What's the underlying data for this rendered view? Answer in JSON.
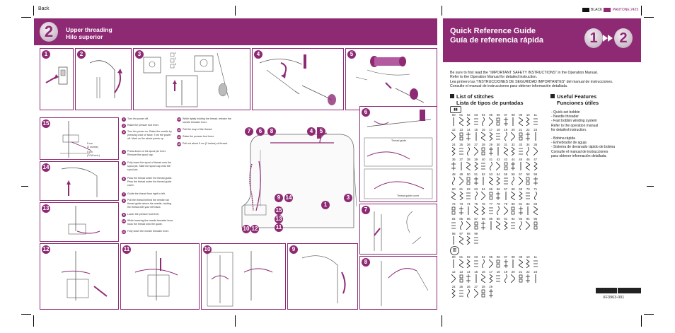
{
  "header": {
    "back_label": "Back",
    "color_label": "BLACK",
    "pantone_label": "PANTONE 2425",
    "left_title_en": "Upper threading",
    "left_title_es": "Hilo superior",
    "left_badge": "2",
    "right_title_en": "Quick Reference Guide",
    "right_title_es": "Guía de referencia rápida",
    "right_badge_1": "1",
    "right_badge_2": "2"
  },
  "panels": {
    "p1": "1",
    "p2": "2",
    "p3": "3",
    "p4": "4",
    "p5": "5",
    "p6": "6",
    "p7": "7",
    "p8": "8",
    "p9": "9",
    "p10": "10",
    "p11": "11",
    "p12": "12",
    "p13": "13",
    "p14": "14",
    "p15": "15"
  },
  "panel3_labels": {
    "a": "1",
    "b": "2",
    "c": "3"
  },
  "panel15_labels": {
    "l1": "5 cm",
    "l2": "(2 inches)",
    "l3": "5 cm",
    "l4": "(7/16 inch.)"
  },
  "panel6_labels": {
    "thread_guide": "Thread guide",
    "thread_guide2": "Thread guide cover"
  },
  "instructions_col1": [
    {
      "n": "1",
      "text": "Turn the power off."
    },
    {
      "n": "2",
      "text": "Raise the presser foot lever."
    },
    {
      "n": "3",
      "text": "Turn the power on. Raise the needle by pressing once or twice. Turn the power off. Mark on the wheel points up."
    },
    {
      "n": "4",
      "text": "Press down on the spool pin lever. Remove the spool cap."
    },
    {
      "n": "5",
      "text": "Fully insert the spool of thread onto the spool pin. Slide the spool cap onto the spool pin."
    },
    {
      "n": "6",
      "text": "Pass the thread under the thread guide. Pass the thread under the thread guide cover."
    },
    {
      "n": "7",
      "text": "Guide the thread from right to left."
    },
    {
      "n": "8",
      "text": "Pull the thread behind the needle bar thread guide above the needle, holding the thread with your left hand."
    },
    {
      "n": "9",
      "text": "Lower the presser foot lever."
    },
    {
      "n": "10",
      "text": "While lowering the needle threader lever, hook the thread onto the guide."
    },
    {
      "n": "11",
      "text": "Fully lower the needle threader lever."
    }
  ],
  "instructions_col2": [
    {
      "n": "12",
      "text": "While lightly holding the thread, release the needle threader lever."
    },
    {
      "n": "13",
      "text": "Pull the loop of the thread."
    },
    {
      "n": "14",
      "text": "Raise the presser foot lever."
    },
    {
      "n": "15",
      "text": "Pull out about 5 cm (2 inches) of thread."
    }
  ],
  "machine_callouts": [
    "7",
    "6",
    "8",
    "4",
    "5",
    "1",
    "9",
    "14",
    "15",
    "13",
    "3",
    "10",
    "12",
    "11"
  ],
  "intro": {
    "en_1": "Be sure to first read the \"IMPORTANT SAFETY INSTRUCTIONS\" in the Operation Manual.",
    "en_2": "Refer to the Operation Manual for detailed instruction.",
    "es_1": "Lea primero las \"INSTRUCCIONES DE SEGURIDAD IMPORTANTES\" del manual de instrucciones.",
    "es_2": "Consulte el manual de instrucciones para obtener información detallada."
  },
  "stitches": {
    "heading_en": "List of stitches",
    "heading_es": "Lista de tipos de puntadas",
    "group1_rows": [
      [
        "00",
        "01",
        "02",
        "03",
        "04",
        "05",
        "06",
        "07",
        "08",
        "09",
        "10",
        "11"
      ],
      [
        "12",
        "13",
        "14",
        "15",
        "16",
        "17",
        "18",
        "19",
        "20",
        "21",
        "22",
        "23"
      ],
      [
        "24",
        "25",
        "26",
        "27",
        "28",
        "29",
        "30",
        "31",
        "32",
        "33",
        "34",
        "35"
      ],
      [
        "36",
        "37",
        "38",
        "39",
        "40",
        "41",
        "42",
        "43",
        "44",
        "45",
        "46",
        "47"
      ],
      [
        "48",
        "49",
        "50",
        "51",
        "52",
        "53",
        "54",
        "55",
        "56",
        "57",
        "58",
        "59"
      ],
      [
        "60",
        "61",
        "62",
        "63",
        "64",
        "65",
        "66",
        "67",
        "68",
        "69",
        "70",
        "71"
      ],
      [
        "72",
        "73",
        "74",
        "75",
        "76",
        "77",
        "78",
        "79",
        "80",
        "81",
        "82",
        "83"
      ],
      [
        "84",
        "85",
        "86",
        "87",
        "88",
        "89",
        "90",
        "91",
        "92",
        "93",
        "94",
        "95"
      ],
      [
        "96",
        "97",
        "98",
        "99"
      ]
    ],
    "group2_rows": [
      [
        "00",
        "01",
        "02",
        "03",
        "04",
        "05",
        "06",
        "07",
        "08",
        "09",
        "10",
        "11"
      ],
      [
        "12",
        "13",
        "14",
        "15",
        "16",
        "17",
        "18",
        "19",
        "20",
        "21",
        "22",
        "23"
      ],
      [
        "24",
        "25",
        "26",
        "27",
        "28",
        "29"
      ]
    ]
  },
  "features": {
    "heading_en": "Useful Features",
    "heading_es": "Funciones útiles",
    "lines": [
      "- Quick-set bobbin",
      "- Needle threader",
      "- Fast bobbin winding system",
      "Refer to the operation manual",
      "for detailed instruction.",
      "",
      "- Bobina rápida",
      "- Enhebrador de aguja",
      "- Sistema de devanado rápido de bobina",
      "Consulte el manual de instrucciones",
      "para obtener información detallada."
    ]
  },
  "footer": {
    "code": "XF3963-001"
  },
  "colors": {
    "accent": "#8e2a74",
    "accent_light": "#b35aa0"
  }
}
